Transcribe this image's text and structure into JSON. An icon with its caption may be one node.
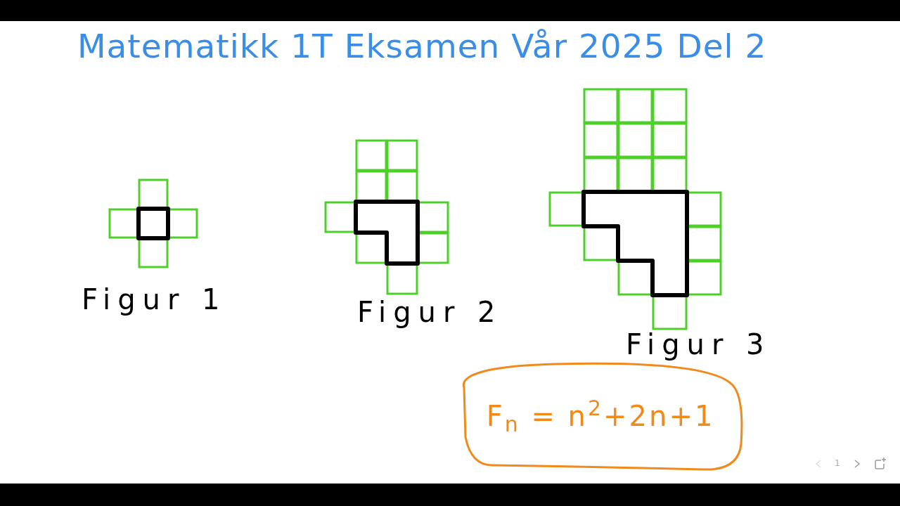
{
  "diagram": {
    "title": "Matematikk 1T Eksamen Vår 2025 Del 2",
    "nodes": [
      {
        "text": [
          "F$_{n}$ = n$^{2}$+2n+1"
        ]
      }
    ],
    "labels": [
      "Figur 1",
      "Figur 2",
      "Figur 3",
      "1"
    ]
  }
}
